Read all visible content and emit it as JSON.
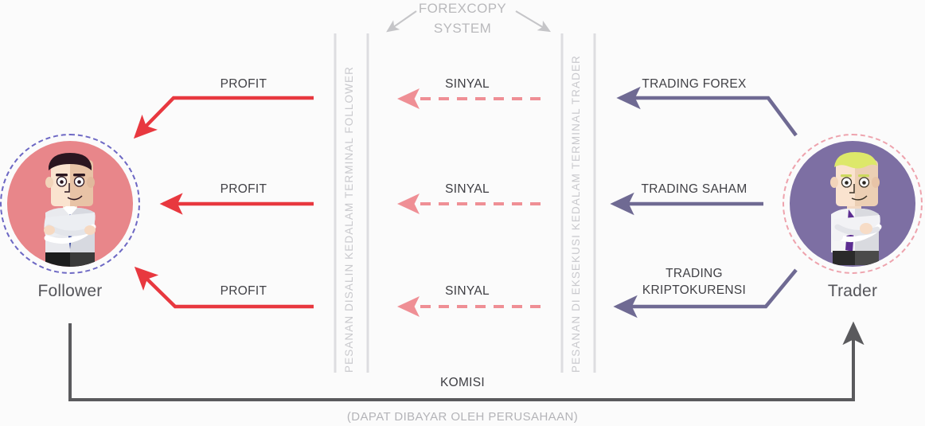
{
  "system": {
    "title_line1": "FOREXCOPY",
    "title_line2": "SYSTEM",
    "arrow_color": "#c5c5c8"
  },
  "dividers": {
    "left_label": "PESANAN DISALIN KEDALAM TERMINAL FOLLOWER",
    "right_label": "PESANAN DI EKSEKUSI KEDALAM TERMINAL TRADER",
    "line_color": "#dddde0"
  },
  "actors": {
    "follower": {
      "name": "Follower",
      "disc_color": "#e8868a",
      "ring_color": "#6d68c4",
      "hair_color": "#2b1620",
      "tie_color": "#3b4a9c"
    },
    "trader": {
      "name": "Trader",
      "disc_color": "#7d6fa3",
      "ring_color": "#eea3ad",
      "hair_color": "#dde86a",
      "tie_color": "#5c2d91"
    }
  },
  "flows": {
    "profit_color": "#e8383f",
    "trading_color": "#6f6a93",
    "signal_color": "#ef8f95",
    "komisi_color": "#5a5a5d",
    "left": [
      {
        "label": "PROFIT",
        "shape": "bend-down"
      },
      {
        "label": "PROFIT",
        "shape": "straight"
      },
      {
        "label": "PROFIT",
        "shape": "bend-up"
      }
    ],
    "center": [
      {
        "label": "SINYAL"
      },
      {
        "label": "SINYAL"
      },
      {
        "label": "SINYAL"
      }
    ],
    "right": [
      {
        "label": "TRADING FOREX",
        "shape": "bend-down"
      },
      {
        "label": "TRADING SAHAM",
        "shape": "straight"
      },
      {
        "label": "TRADING KRIPTOKURENSI",
        "shape": "bend-up"
      }
    ]
  },
  "commission": {
    "label": "KOMISI",
    "note": "(DAPAT DIBAYAR OLEH PERUSAHAAN)"
  }
}
